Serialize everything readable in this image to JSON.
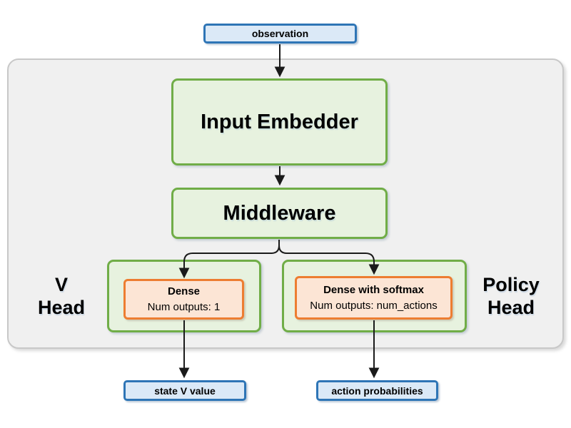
{
  "diagram": {
    "observation": {
      "label": "observation"
    },
    "input_embedder": {
      "label": "Input Embedder"
    },
    "middleware": {
      "label": "Middleware"
    },
    "v_head": {
      "group_label_line1": "V",
      "group_label_line2": "Head",
      "dense": {
        "title": "Dense",
        "subtitle": "Num outputs: 1"
      },
      "output": {
        "label": "state V value"
      }
    },
    "policy_head": {
      "group_label_line1": "Policy",
      "group_label_line2": "Head",
      "dense": {
        "title": "Dense with softmax",
        "subtitle": "Num outputs: num_actions"
      },
      "output": {
        "label": "action probabilities"
      }
    },
    "colors": {
      "blue_fill": "#dbe9f7",
      "blue_border": "#2e75b6",
      "green_fill": "#e7f2df",
      "green_border": "#70ad47",
      "orange_fill": "#fce5d5",
      "orange_border": "#ed7d31",
      "panel_fill": "#f0f0f0",
      "panel_border": "#c8c8c8",
      "arrow": "#1a1a1a"
    }
  }
}
